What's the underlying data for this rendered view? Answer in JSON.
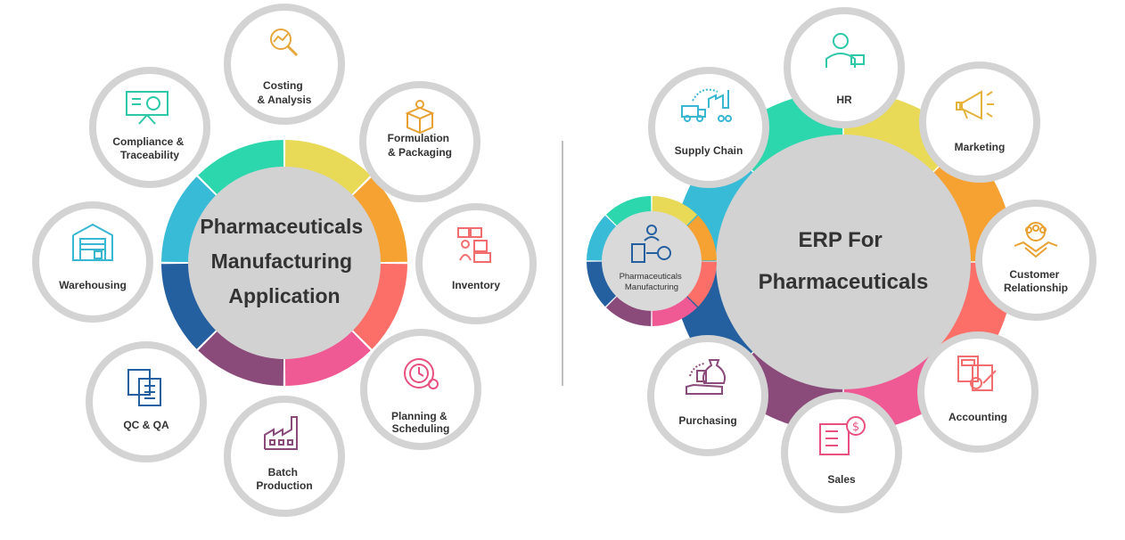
{
  "left_diagram": {
    "center_lines": [
      "Pharmaceuticals",
      "Manufacturing",
      "Application"
    ],
    "ring_colors": [
      "#e8d956",
      "#f6a233",
      "#fb6f68",
      "#ef5a94",
      "#8a4a7a",
      "#2460a0",
      "#38bbd6",
      "#2cd7ae"
    ],
    "modules": [
      {
        "lines": [
          "Costing",
          "& Analysis"
        ],
        "icon": "magnifier-chart-icon",
        "icon_color": "#e5a63b"
      },
      {
        "lines": [
          "Formulation",
          "& Packaging"
        ],
        "icon": "box-icon",
        "icon_color": "#e8a030"
      },
      {
        "lines": [
          "Inventory"
        ],
        "icon": "inventory-icon",
        "icon_color": "#f26d6d"
      },
      {
        "lines": [
          "Planning &",
          "Scheduling"
        ],
        "icon": "clock-gear-icon",
        "icon_color": "#e8507f"
      },
      {
        "lines": [
          "Batch",
          "Production"
        ],
        "icon": "factory-icon",
        "icon_color": "#8a4a7a"
      },
      {
        "lines": [
          "QC & QA"
        ],
        "icon": "clipboard-icon",
        "icon_color": "#2460a0"
      },
      {
        "lines": [
          "Warehousing"
        ],
        "icon": "warehouse-icon",
        "icon_color": "#38b6d2"
      },
      {
        "lines": [
          "Compliance &",
          "Traceability"
        ],
        "icon": "presentation-gear-icon",
        "icon_color": "#2cc8a8"
      }
    ]
  },
  "right_diagram": {
    "center_lines": [
      "ERP For",
      "Pharmaceuticals"
    ],
    "ring_colors": [
      "#e8d956",
      "#f6a233",
      "#fb6f68",
      "#ef5a94",
      "#8a4a7a",
      "#2460a0",
      "#38bbd6",
      "#2cd7ae"
    ],
    "mini_hub": {
      "lines": [
        "Pharmaceuticals",
        "Manufacturing"
      ],
      "icon": "document-person-gear-icon",
      "ring_colors": [
        "#e8d956",
        "#f6a233",
        "#fb6f68",
        "#ef5a94",
        "#8a4a7a",
        "#2460a0",
        "#38bbd6",
        "#2cd7ae"
      ]
    },
    "modules": [
      {
        "lines": [
          "Supply Chain"
        ],
        "icon": "truck-factory-icon",
        "icon_color": "#38b6d2"
      },
      {
        "lines": [
          "HR"
        ],
        "icon": "person-icon",
        "icon_color": "#2cc8a8"
      },
      {
        "lines": [
          "Marketing"
        ],
        "icon": "megaphone-icon",
        "icon_color": "#e5b23b"
      },
      {
        "lines": [
          "Customer",
          "Relationship"
        ],
        "icon": "handshake-icon",
        "icon_color": "#e8a030"
      },
      {
        "lines": [
          "Accounting"
        ],
        "icon": "calculator-icon",
        "icon_color": "#f26d6d"
      },
      {
        "lines": [
          "Sales"
        ],
        "icon": "invoice-dollar-icon",
        "icon_color": "#e8507f"
      },
      {
        "lines": [
          "Purchasing"
        ],
        "icon": "moneybag-cart-icon",
        "icon_color": "#8a4a7a"
      }
    ]
  }
}
